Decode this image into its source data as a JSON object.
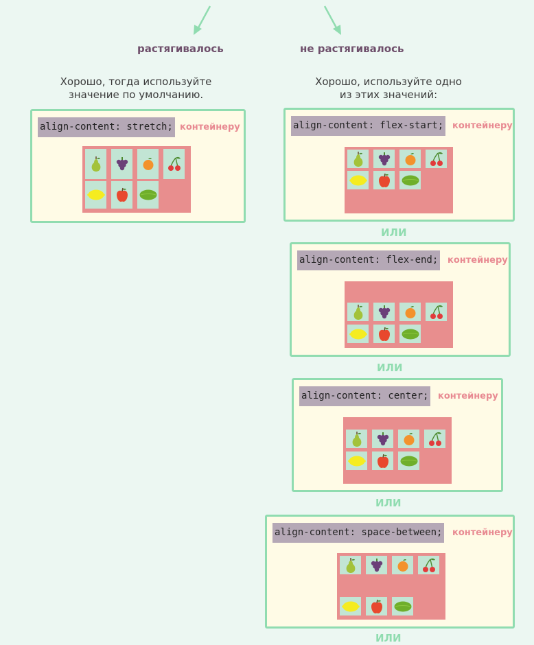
{
  "top": {
    "left_heading": "растягивалось",
    "right_heading": "не растягивалось",
    "left_text_line1": "Хорошо, тогда используйте",
    "left_text_line2": "значение по умолчанию.",
    "right_text_line1": "Хорошо, используйте одно",
    "right_text_line2": "из этих значений:"
  },
  "panels": [
    {
      "code": "align-content: stretch;",
      "suffix": "контейнеру"
    },
    {
      "code": "align-content: flex-start;",
      "suffix": "контейнеру"
    },
    {
      "code": "align-content: flex-end;",
      "suffix": "контейнеру"
    },
    {
      "code": "align-content: center;",
      "suffix": "контейнеру"
    },
    {
      "code": "align-content: space-between;",
      "suffix": "контейнеру"
    }
  ],
  "separator_label": "ИЛИ",
  "fruits": [
    "pear",
    "grapes",
    "orange",
    "cherries",
    "lemon",
    "apple",
    "lime"
  ],
  "colors": {
    "heading": "#6e4f6b",
    "panel_border": "#90dcb0",
    "panel_bg": "#fffbe6",
    "code_bg": "#b5a8b6",
    "container": "#e88e8e",
    "tile": "#c2e5d4",
    "suffix": "#e88a92",
    "separator": "#90dcb0"
  }
}
